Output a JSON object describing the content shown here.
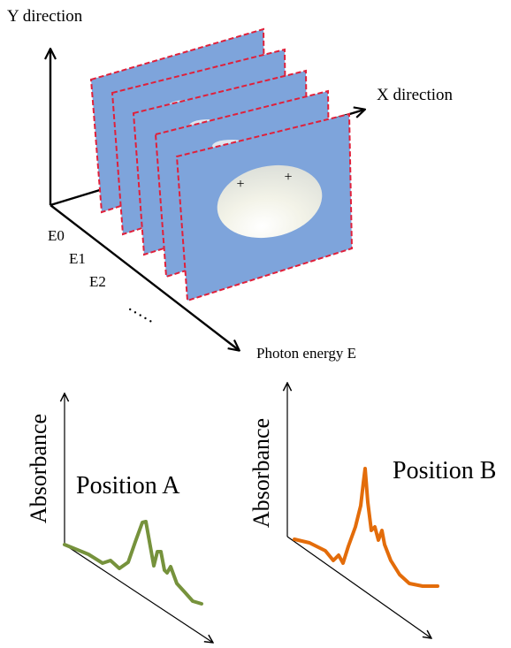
{
  "top_diagram": {
    "y_axis_label": "Y direction",
    "x_axis_label": "X direction",
    "energy_axis_label": "Photon energy E",
    "energy_ticks": [
      "E0",
      "E1",
      "E2"
    ],
    "ellipsis": "·····",
    "marker_a_symbol": "+",
    "marker_b_symbol": "+"
  },
  "plot_a": {
    "y_label": "Absorbance",
    "title": "Position A"
  },
  "plot_b": {
    "y_label": "Absorbance",
    "title": "Position B"
  },
  "colors": {
    "frame_fill": "#7ea4db",
    "frame_border": "#e0203a",
    "axis": "#000000",
    "position_a": "#76923c",
    "position_b": "#e36c0a"
  }
}
